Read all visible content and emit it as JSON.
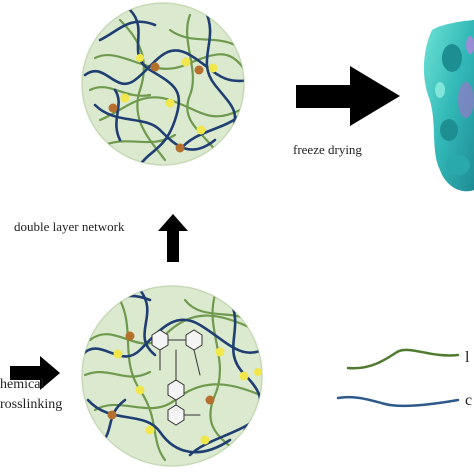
{
  "labels": {
    "double_layer_network": "double layer network",
    "freeze_drying": "freeze drying",
    "chemical_line1": "hemical",
    "chemical_line2": "rosslinking",
    "legend_item_1": "l",
    "legend_item_2": "c"
  },
  "colors": {
    "circle_fill": "#dbe9cf",
    "circle_stroke": "#c7d9b7",
    "chain_blue": "#1f3f73",
    "chain_green": "#6f9a4e",
    "crosslink_yellow": "#f1e64a",
    "crosslink_brown": "#b5702e",
    "arrow": "#000000",
    "scaffold_teal": "#3ec7c0",
    "scaffold_dark": "#1d8f93",
    "scaffold_purple": "#8a7fc6",
    "legend_green": "#4f7a30",
    "legend_blue": "#2d5a8a"
  },
  "icons": {
    "top_circle": "double-network-hydrogel-circle",
    "bottom_circle": "chemically-crosslinked-network-circle",
    "scaffold": "porous-scaffold-render",
    "right_arrow": "arrow-right-icon",
    "up_arrow": "arrow-up-icon"
  }
}
